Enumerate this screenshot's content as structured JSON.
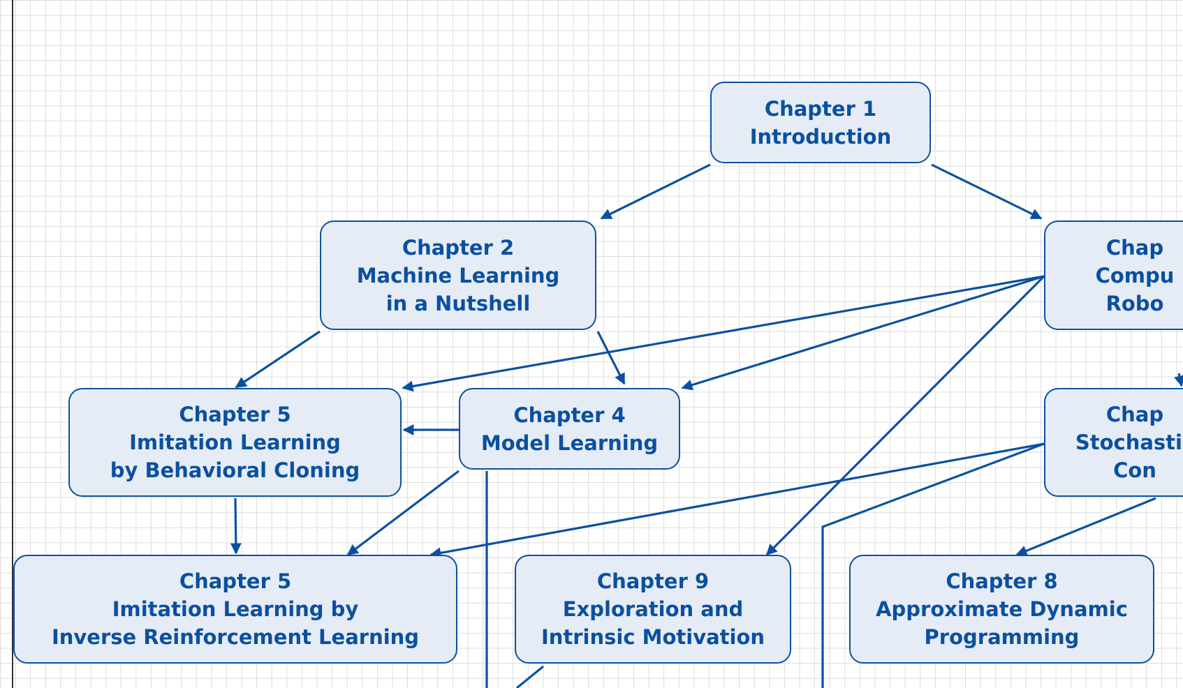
{
  "diagram": {
    "colors": {
      "stroke": "#0b50a0",
      "fill": "#e6ecf5",
      "grid": "#dcdcdc"
    },
    "nodes": [
      {
        "id": "ch1",
        "lines": [
          "Chapter 1",
          "Introduction"
        ]
      },
      {
        "id": "ch2",
        "lines": [
          "Chapter 2",
          "Machine Learning",
          "in a Nutshell"
        ]
      },
      {
        "id": "ch3",
        "lines": [
          "Chap",
          "Compu",
          "Robo"
        ]
      },
      {
        "id": "ch5bc",
        "lines": [
          "Chapter 5",
          "Imitation Learning",
          "by Behavioral Cloning"
        ]
      },
      {
        "id": "ch4",
        "lines": [
          "Chapter 4",
          "Model Learning"
        ]
      },
      {
        "id": "ch6",
        "lines": [
          "Chap",
          "Stochastic",
          "Con"
        ]
      },
      {
        "id": "ch5irl",
        "lines": [
          "Chapter 5",
          "Imitation Learning by",
          "Inverse Reinforcement Learning"
        ]
      },
      {
        "id": "ch9",
        "lines": [
          "Chapter 9",
          "Exploration and",
          "Intrinsic Motivation"
        ]
      },
      {
        "id": "ch8",
        "lines": [
          "Chapter 8",
          "Approximate Dynamic",
          "Programming"
        ]
      }
    ],
    "edges": [
      {
        "from": "ch1",
        "to": "ch2"
      },
      {
        "from": "ch1",
        "to": "ch3"
      },
      {
        "from": "ch2",
        "to": "ch5bc"
      },
      {
        "from": "ch2",
        "to": "ch4"
      },
      {
        "from": "ch3",
        "to": "ch5bc"
      },
      {
        "from": "ch3",
        "to": "ch4"
      },
      {
        "from": "ch3",
        "to": "ch9"
      },
      {
        "from": "ch3",
        "to": "ch6"
      },
      {
        "from": "ch4",
        "to": "ch5bc"
      },
      {
        "from": "ch4",
        "to": "ch5irl"
      },
      {
        "from": "ch5bc",
        "to": "ch5irl"
      },
      {
        "from": "ch6",
        "to": "ch5irl"
      },
      {
        "from": "ch6",
        "to": "ch8"
      },
      {
        "from": "ch4",
        "to": "offscreen-bottom"
      },
      {
        "from": "ch6",
        "to": "offscreen-bottom"
      },
      {
        "from": "ch9",
        "to": "offscreen-bottom"
      }
    ]
  }
}
